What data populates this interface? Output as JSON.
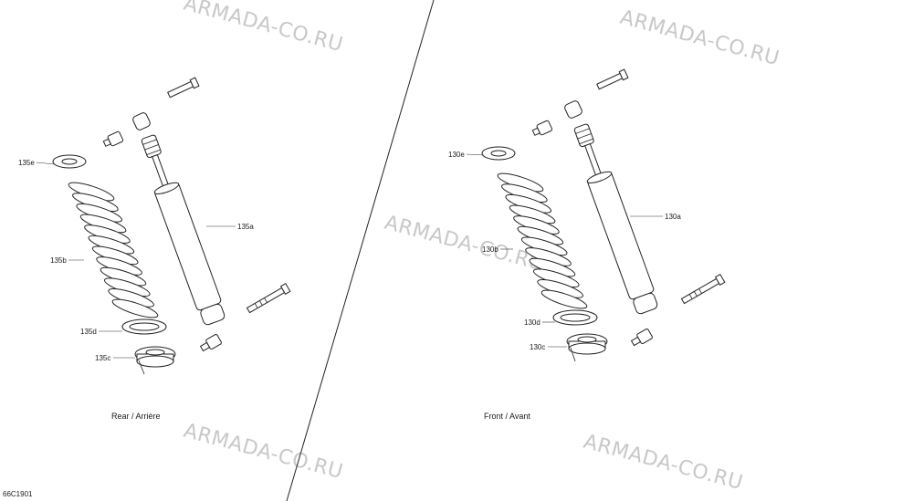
{
  "figure_code": "66C1901",
  "watermark": "ARMADA-CO.RU",
  "rear": {
    "caption": "Rear / Arrière",
    "labels": {
      "spring_seat_upper": "135e",
      "spring": "135b",
      "shock": "135a",
      "spring_seat_lower": "135d",
      "retainer": "135c"
    }
  },
  "front": {
    "caption": "Front / Avant",
    "labels": {
      "spring_seat_upper": "130e",
      "spring": "130b",
      "shock": "130a",
      "spring_seat_lower": "130d",
      "retainer": "130c"
    }
  }
}
